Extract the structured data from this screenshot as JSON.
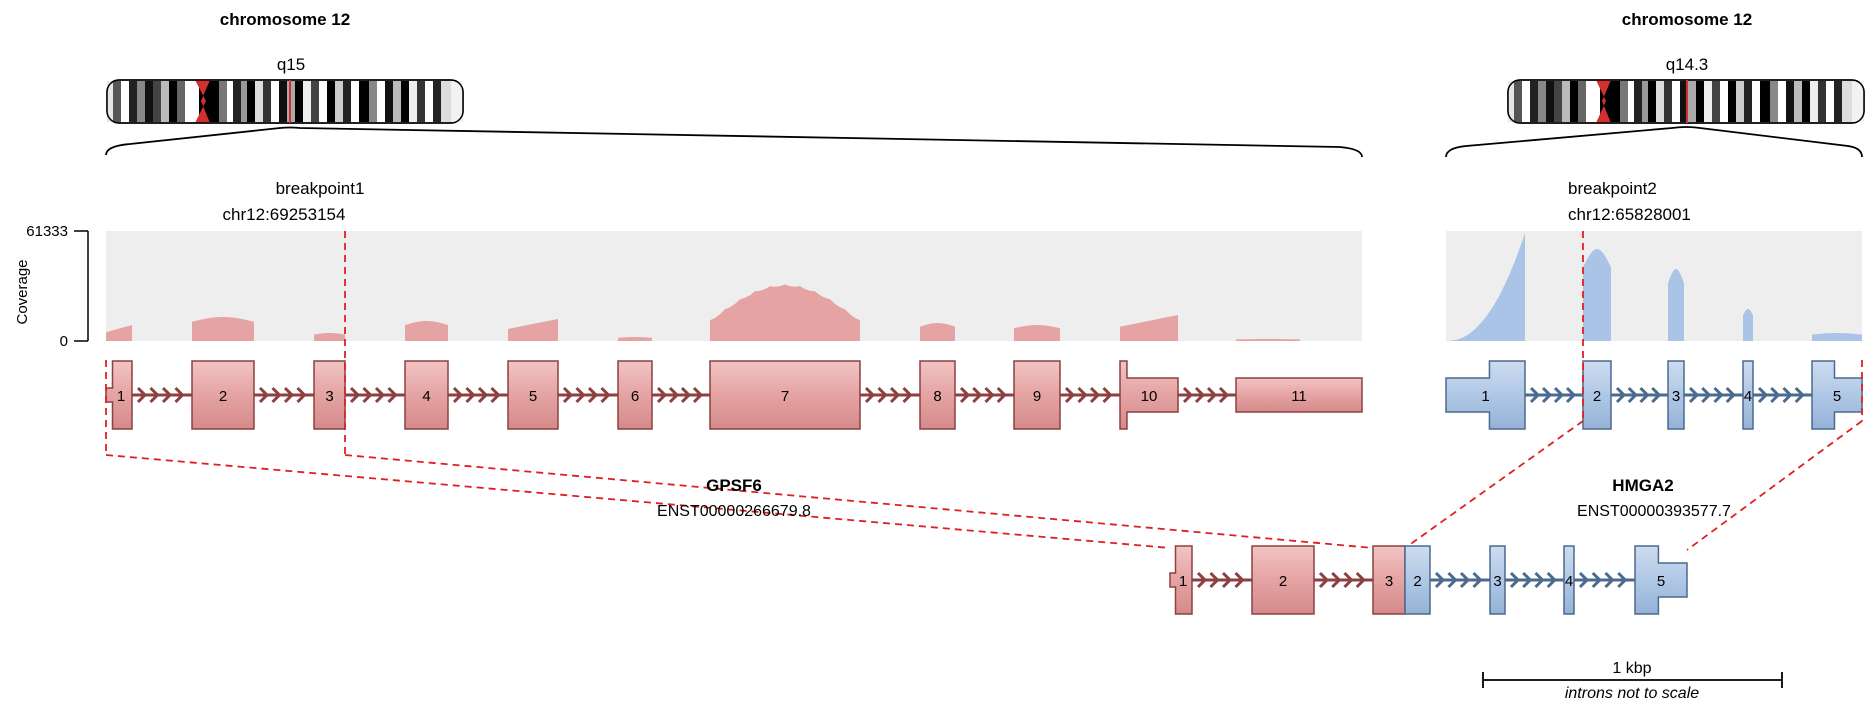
{
  "chromosome_left": {
    "title": "chromosome 12",
    "band": "q15"
  },
  "chromosome_right": {
    "title": "chromosome 12",
    "band": "q14.3"
  },
  "breakpoint1": {
    "name": "breakpoint1",
    "position": "chr12:69253154"
  },
  "breakpoint2": {
    "name": "breakpoint2",
    "position": "chr12:65828001"
  },
  "coverage_axis": {
    "label": "Coverage",
    "max": "61333",
    "min": "0"
  },
  "gene1": {
    "name": "GPSF6",
    "transcript": "ENST00000266679.8",
    "color": "#e5a3a3",
    "border": "#8c4040",
    "exons": [
      "1",
      "2",
      "3",
      "4",
      "5",
      "6",
      "7",
      "8",
      "9",
      "10",
      "11"
    ]
  },
  "gene2": {
    "name": "HMGA2",
    "transcript": "ENST00000393577.7",
    "color": "#b0c8e6",
    "border": "#4a6a8e",
    "exons": [
      "1",
      "2",
      "3",
      "4",
      "5"
    ]
  },
  "fusion": {
    "exons": [
      "1",
      "2",
      "3",
      "2",
      "3",
      "4",
      "5"
    ]
  },
  "scale_bar": {
    "label": "1 kbp",
    "note": "introns not to scale"
  },
  "colors": {
    "coverage_bg": "#eeeeee",
    "gene1_coverage": "#e5a3a3",
    "gene2_coverage": "#a9c4e6",
    "breakpoint_line": "#e02020"
  }
}
